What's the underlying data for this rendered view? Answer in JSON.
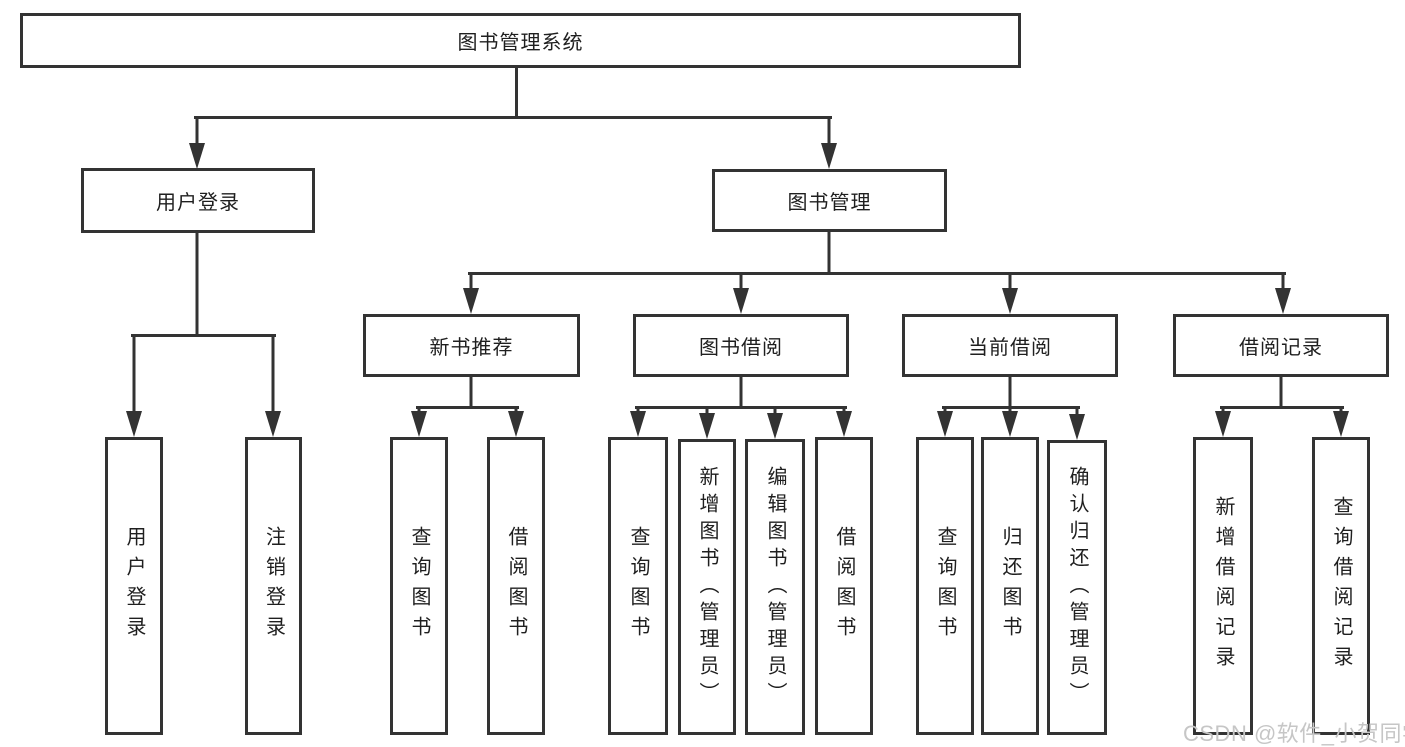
{
  "diagram": {
    "colors": {
      "line": "#333333",
      "text": "#1f1f1f",
      "background": "#ffffff",
      "watermark": "#c6c6c6"
    },
    "watermark": "CSDN @软件_小贺同学",
    "nodes": {
      "root": {
        "label": "图书管理系统"
      },
      "user_login": {
        "label": "用户登录"
      },
      "book_mgmt": {
        "label": "图书管理"
      },
      "new_book_rec": {
        "label": "新书推荐"
      },
      "book_borrow": {
        "label": "图书借阅"
      },
      "current_borrow": {
        "label": "当前借阅"
      },
      "borrow_record": {
        "label": "借阅记录"
      },
      "leaf_user_login": {
        "label": "用户登录"
      },
      "leaf_logout": {
        "label": "注销登录"
      },
      "leaf_query_book_1": {
        "label": "查询图书"
      },
      "leaf_borrow_book_1": {
        "label": "借阅图书"
      },
      "leaf_query_book_2": {
        "label": "查询图书"
      },
      "leaf_add_book": {
        "label": "新增图书（管理员）"
      },
      "leaf_edit_book": {
        "label": "编辑图书（管理员）"
      },
      "leaf_borrow_book_2": {
        "label": "借阅图书"
      },
      "leaf_query_book_3": {
        "label": "查询图书"
      },
      "leaf_return_book": {
        "label": "归还图书"
      },
      "leaf_confirm_return": {
        "label": "确认归还（管理员）"
      },
      "leaf_add_record": {
        "label": "新增借阅记录"
      },
      "leaf_query_record": {
        "label": "查询借阅记录"
      }
    }
  }
}
